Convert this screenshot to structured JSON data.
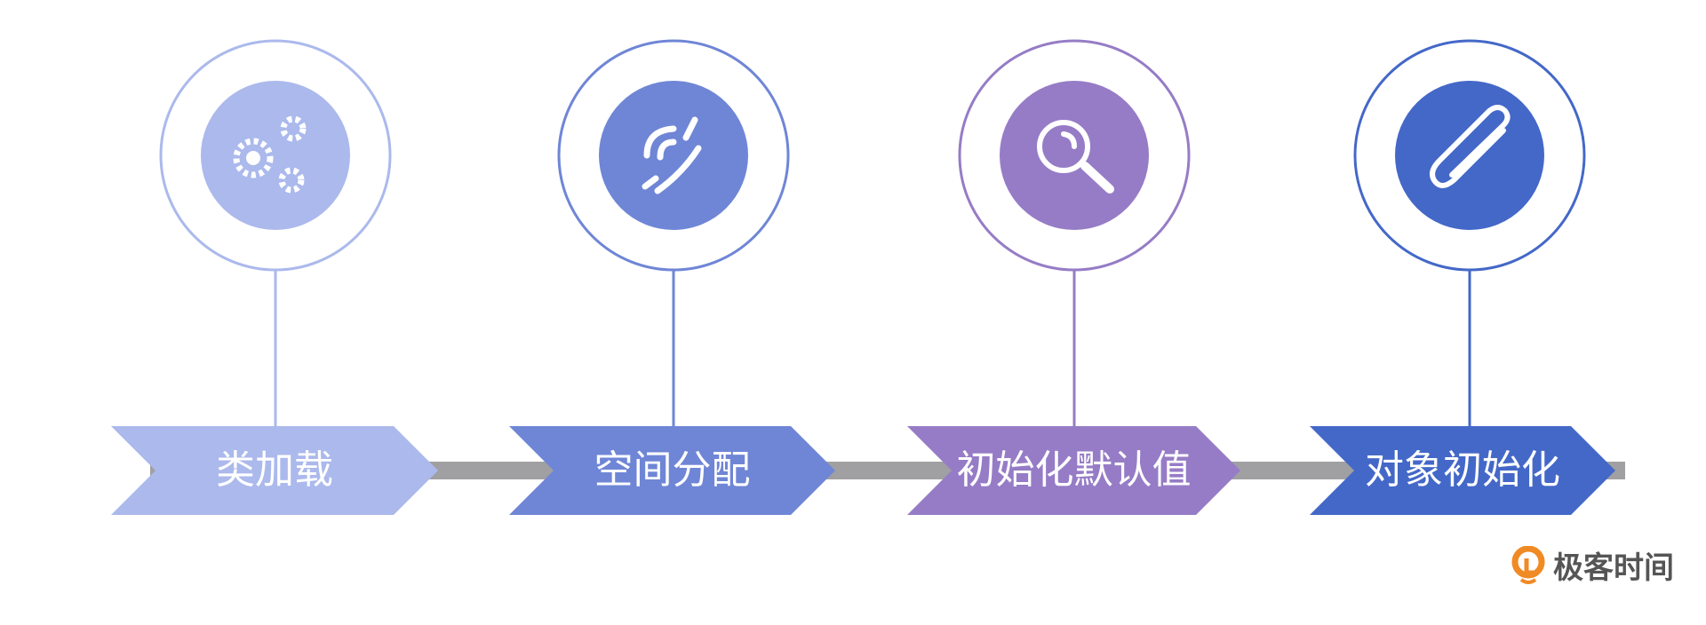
{
  "steps": [
    {
      "label": "类加载",
      "icon": "gears-icon",
      "color": "#abb9ec"
    },
    {
      "label": "空间分配",
      "icon": "phone-icon",
      "color": "#6f86d6"
    },
    {
      "label": "初始化默认值",
      "icon": "magnifier-icon",
      "color": "#967cc6"
    },
    {
      "label": "对象初始化",
      "icon": "paperclip-icon",
      "color": "#4468c8"
    }
  ],
  "connector_color": "#a0a0a2",
  "logo": {
    "text": "极客时间",
    "color": "#f08a24"
  }
}
